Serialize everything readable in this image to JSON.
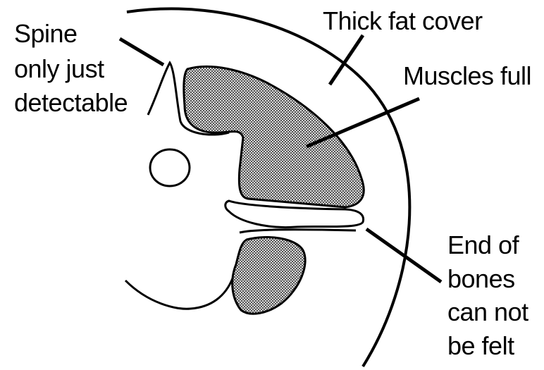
{
  "labels": {
    "spine": [
      "Spine",
      "only just",
      "detectable"
    ],
    "fat": [
      "Thick fat cover"
    ],
    "muscles": [
      "Muscles full"
    ],
    "bones": [
      "End of",
      "bones",
      "can not",
      "be felt"
    ]
  },
  "colors": {
    "ink": "#000000",
    "background": "#ffffff",
    "hatch_fill": "#8c8c8c"
  }
}
